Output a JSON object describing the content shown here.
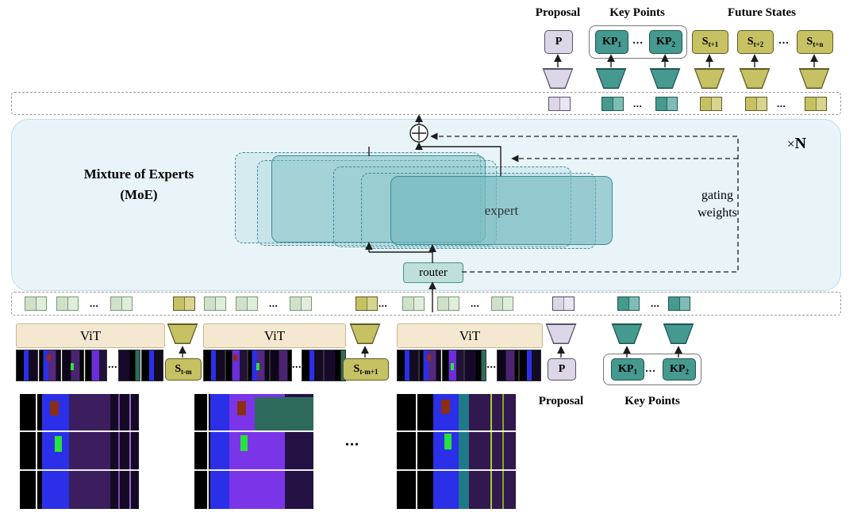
{
  "ellipsis": "...",
  "colors": {
    "moe_bg": "#e9f4f9",
    "moe_bd": "#bcdcea",
    "expert_bd": "#3e8b97",
    "router_bg": "#bfdfda",
    "router_bd": "#43948c",
    "vit_bg": "#f5e8d0",
    "vit_bd": "#c9b691",
    "olive": "#c6c163",
    "olive_light": "#d9d48e",
    "olive_bd": "#5e5a26",
    "teal": "#46998f",
    "teal_light": "#7fbcb5",
    "teal_bd": "#1d5650",
    "lavender": "#ddd6e7",
    "lavender_light": "#eae5f2",
    "lavender_bd": "#57506b",
    "green_tok": "#cfe2c9",
    "green_tok_light": "#dfeeda",
    "green_bd": "#7d9479"
  },
  "output_section": {
    "proposal_label": "Proposal",
    "keypoints_label": "Key Points",
    "future_states_label": "Future States",
    "p": {
      "base": "P",
      "sub": ""
    },
    "kp1": {
      "base": "KP",
      "sub": "1"
    },
    "kp2": {
      "base": "KP",
      "sub": "2"
    },
    "s1": {
      "base": "S",
      "sub": "t+1"
    },
    "s2": {
      "base": "S",
      "sub": "t+2"
    },
    "sn": {
      "base": "S",
      "sub": "t+n"
    }
  },
  "moe": {
    "title1": "Mixture of Experts",
    "title2": "(MoE)",
    "times": "×",
    "n": "N",
    "expert": "expert",
    "router": "router",
    "gating1": "gating",
    "gating2": "weights"
  },
  "input_section": {
    "vit": "ViT",
    "s_tm": {
      "base": "S",
      "sub": "t-m"
    },
    "s_tm1": {
      "base": "S",
      "sub": "t-m+1"
    },
    "p": {
      "base": "P",
      "sub": ""
    },
    "kp1": {
      "base": "KP",
      "sub": "1"
    },
    "kp2": {
      "base": "KP",
      "sub": "2"
    },
    "proposal_label": "Proposal",
    "keypoints_label": "Key Points"
  },
  "token_rows": {
    "top": [
      "lavender",
      "teal",
      "dots",
      "teal",
      "olive",
      "olive",
      "dots",
      "olive"
    ],
    "bottom": [
      "green",
      "green",
      "dots",
      "green",
      "olive",
      "green",
      "green",
      "dots",
      "green",
      "olive",
      "dots",
      "green",
      "green",
      "dots",
      "green",
      "lavender",
      "teal",
      "dots",
      "teal"
    ]
  }
}
